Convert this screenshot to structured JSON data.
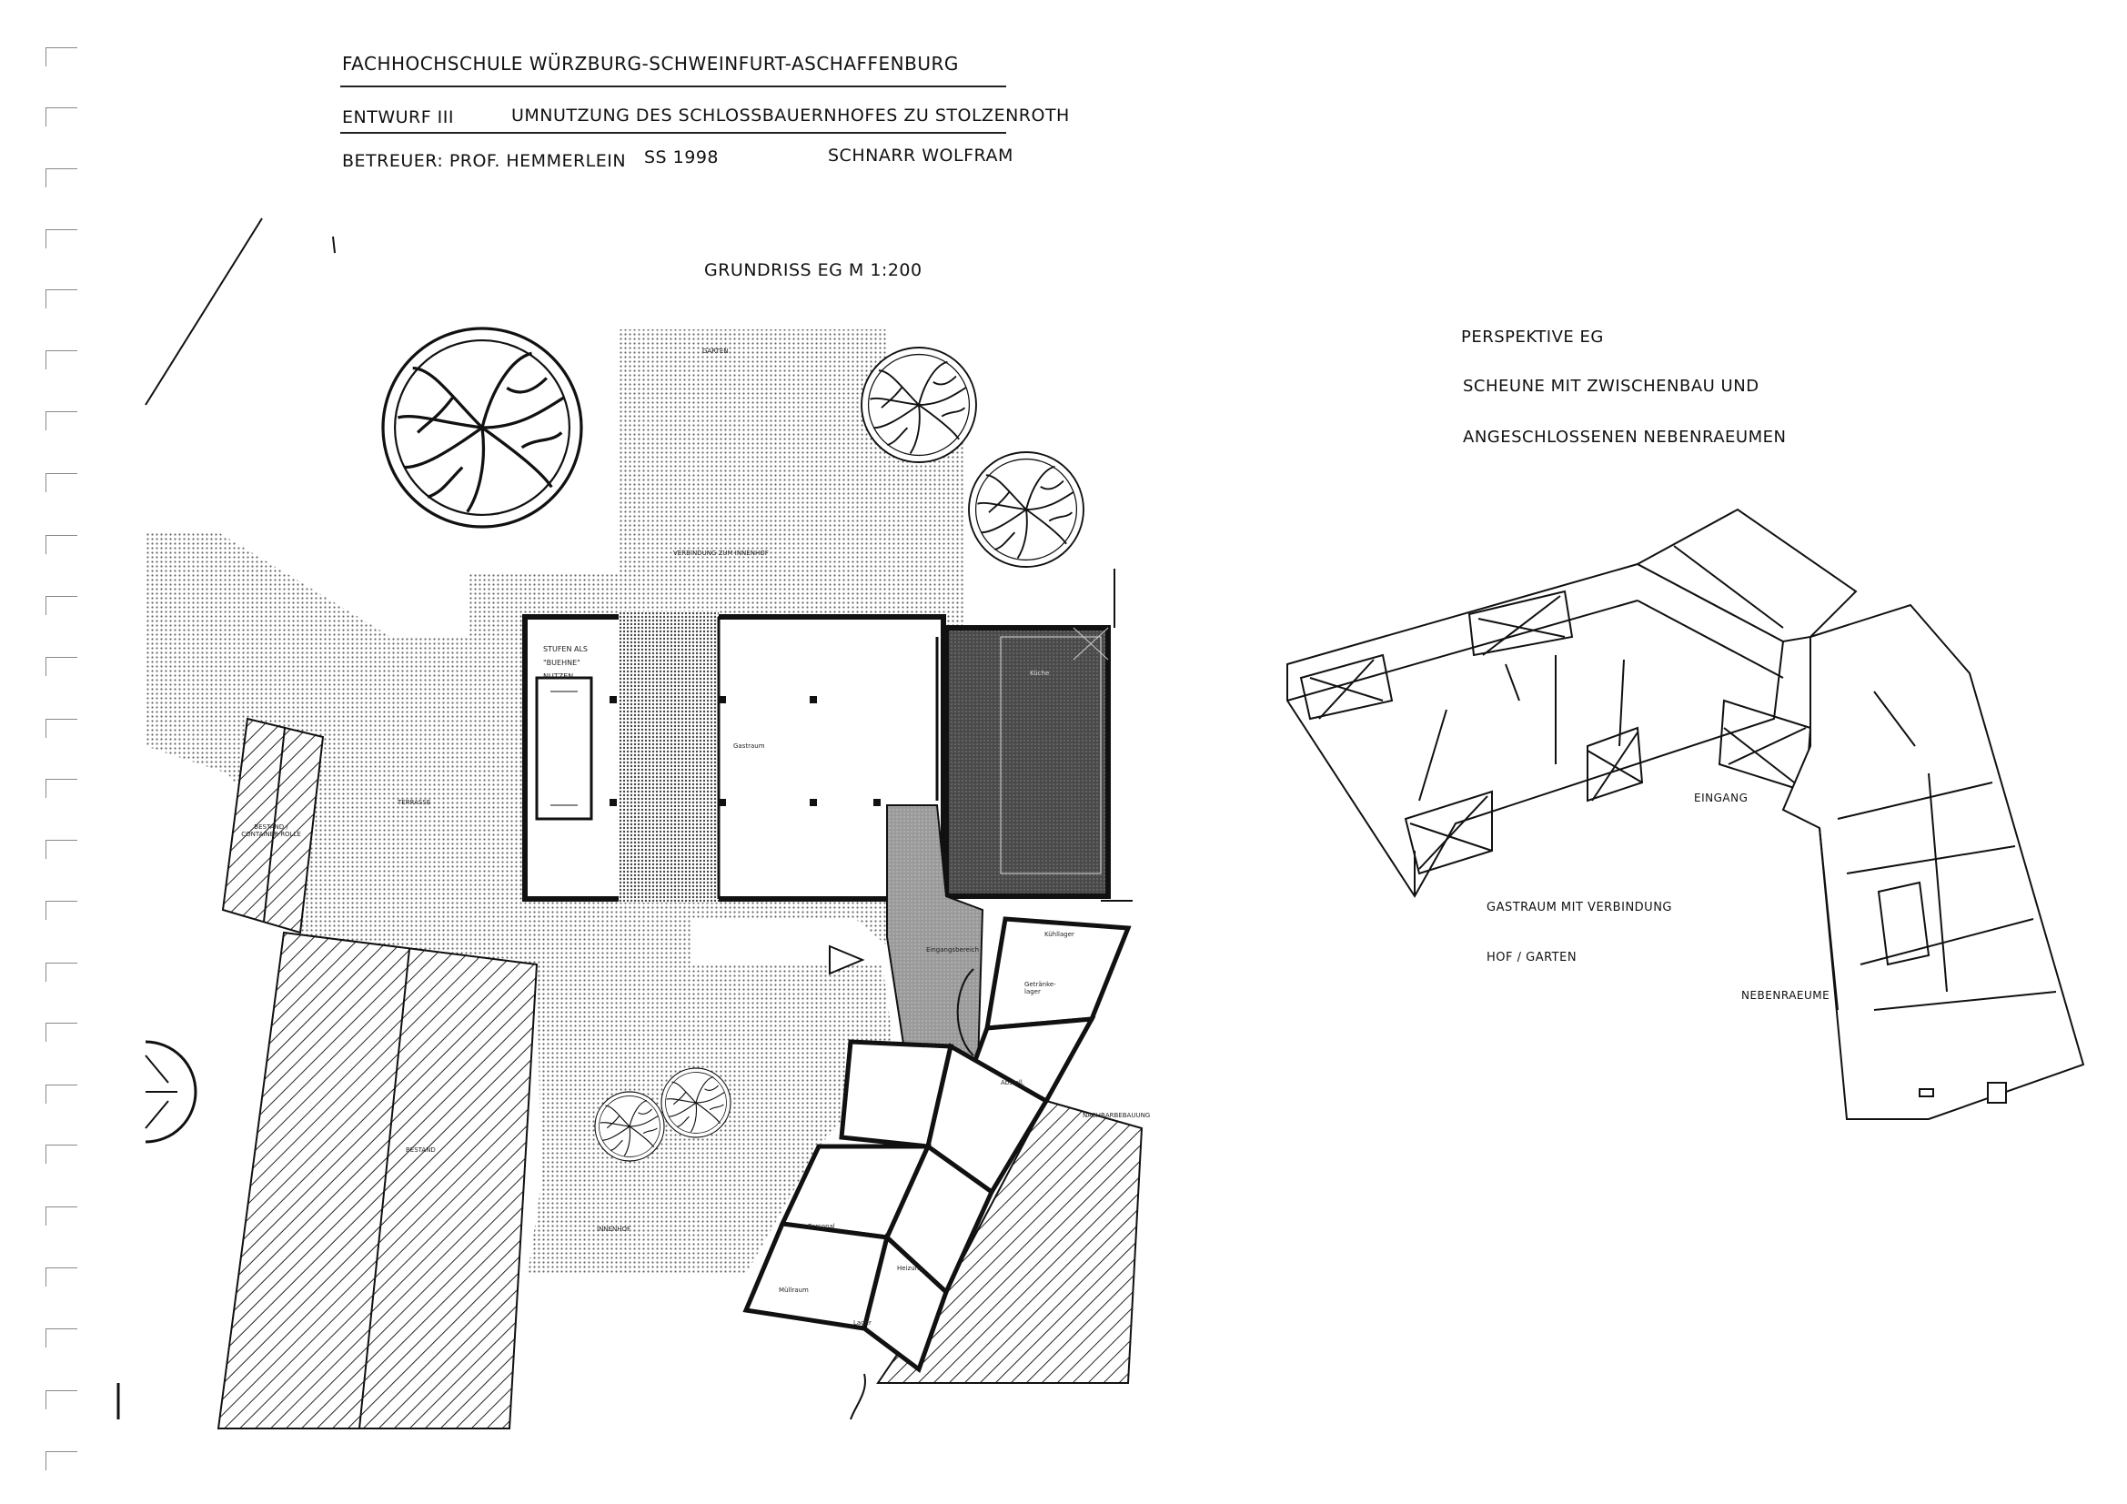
{
  "header": {
    "school": "FACHHOCHSCHULE WÜRZBURG-SCHWEINFURT-ASCHAFFENBURG",
    "project_id": "ENTWURF III",
    "project_title": "UMNUTZUNG DES SCHLOSSBAUERNHOFES ZU STOLZENROTH",
    "advisor": "BETREUER: PROF. HEMMERLEIN",
    "semester": "SS 1998",
    "author": "SCHNARR WOLFRAM"
  },
  "plan": {
    "title": "GRUNDRISS EG M 1:200",
    "labels": {
      "garten": "GARTEN",
      "verbindung": "VERBINDUNG ZUM INNENHOF",
      "stufen": "STUFEN ALS \"BUEHNE\" NUTZEN",
      "gastraum": "Gastraum",
      "terrasse": "TERRASSE",
      "bestand_top": "BESTAND / CONTAINER-ROLLE",
      "bestand": "BESTAND",
      "innenhof": "INNENHOF",
      "nachbar": "NACHBARBEBAUUNG",
      "kueche": "Küche",
      "eingangsbereich": "Eingangsbereich",
      "kuehllager": "Kühllager",
      "getraenkelager": "Getränke-lager",
      "abstell": "Abstell.",
      "personal": "Personal",
      "muelraum": "Müllraum",
      "heizung": "Heizung",
      "lager": "Lager"
    }
  },
  "perspective": {
    "heading1": "PERSPEKTIVE EG",
    "heading2": "SCHEUNE MIT ZWISCHENBAU UND",
    "heading3": "ANGESCHLOSSENEN NEBENRAEUMEN",
    "label_eingang": "EINGANG",
    "label_gastraum1": "GASTRAUM MIT VERBINDUNG",
    "label_gastraum2": "HOF / GARTEN",
    "label_nebenraeume": "NEBENRAEUME"
  }
}
